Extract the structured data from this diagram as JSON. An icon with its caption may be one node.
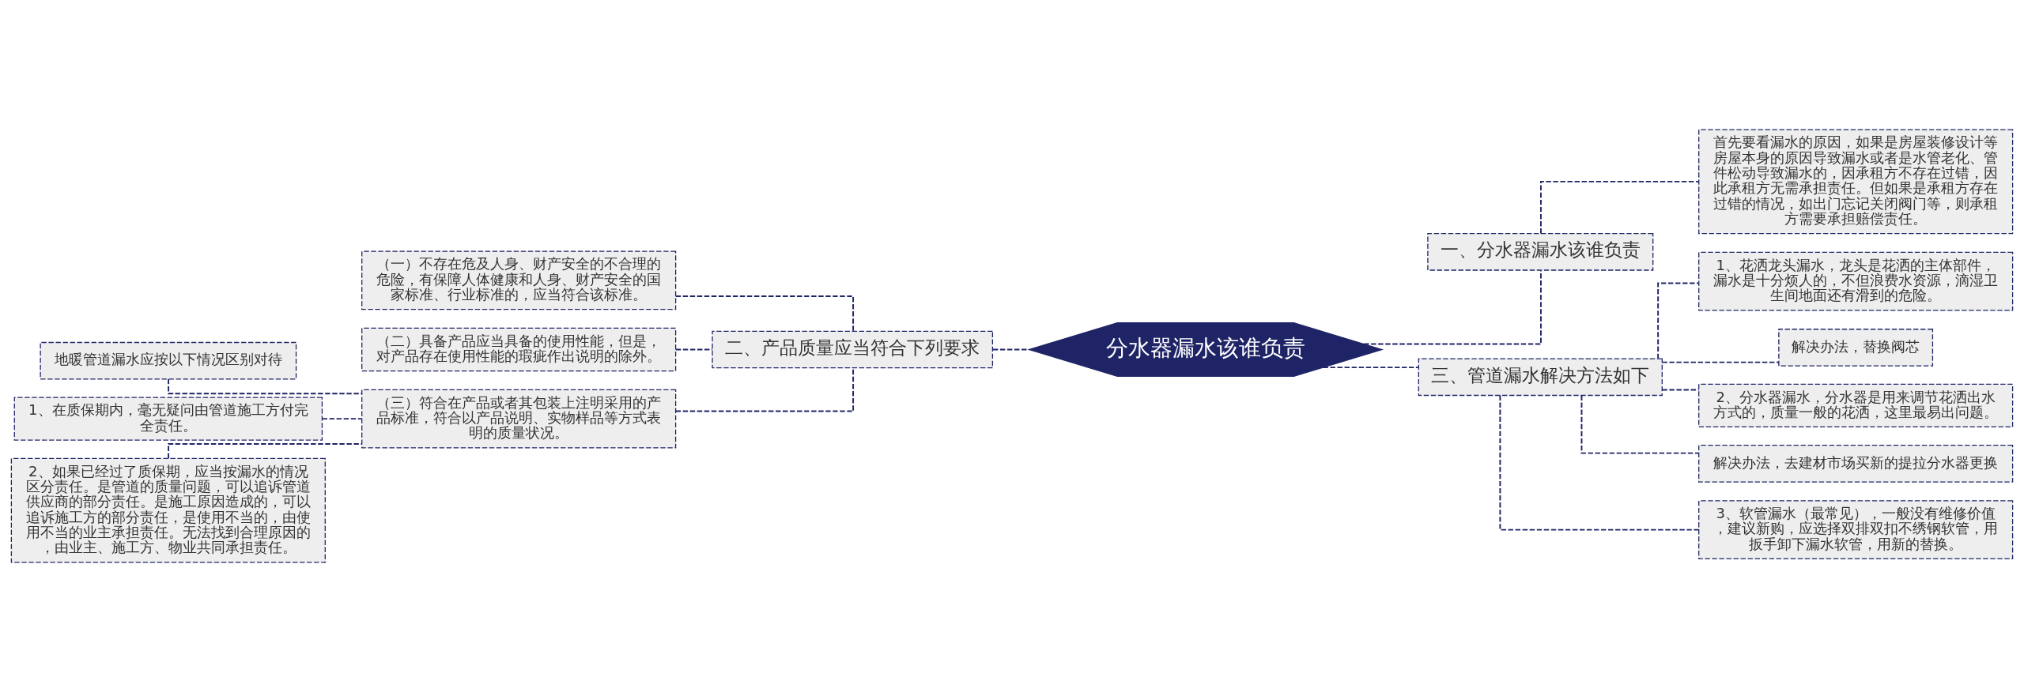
{
  "diagram": {
    "nodes": [
      {
        "text": [
          "分水器漏水该谁负责"
        ]
      },
      {
        "text": [
          "一、分水器漏水该谁负责"
        ]
      },
      {
        "text": [
          "首先要看漏水的原因，如果是房屋装修设计等房屋本身的原因导致漏水或者是水管老化、管件松动导致漏水的，因承租方不存在过错，因此承租方无需承担责任。但如果是承租方存在过错的情况，如出门忘记关闭阀门等，则承租方需要承担赔偿责任。"
        ]
      },
      {
        "text": [
          "三、管道漏水解决方法如下"
        ]
      },
      {
        "text": [
          "1、花洒龙头漏水，龙头是花洒的主体部件，漏水是十分烦人的，不但浪费水资源，滴湿卫生间地面还有滑到的危险。"
        ]
      },
      {
        "text": [
          "解决办法，替换阀芯"
        ]
      },
      {
        "text": [
          "2、分水器漏水，分水器是用来调节花洒出水方式的，质量一般的花洒，这里最易出问题。"
        ]
      },
      {
        "text": [
          "解决办法，去建材市场买新的提拉分水器更换"
        ]
      },
      {
        "text": [
          "3、软管漏水（最常见），一般没有维修价值，建议新购，应选择双排双扣不绣钢软管，用扳手卸下漏水软管，用新的替换。"
        ]
      },
      {
        "text": [
          "二、产品质量应当符合下列要求"
        ]
      },
      {
        "text": [
          "（一）不存在危及人身、财产安全的不合理的危险，有保障人体健康和人身、财产安全的国家标准、行业标准的，应当符合该标准。"
        ]
      },
      {
        "text": [
          "（二）具备产品应当具备的使用性能，但是，对产品存在使用性能的瑕疵作出说明的除外。"
        ]
      },
      {
        "text": [
          "（三）符合在产品或者其包装上注明采用的产品标准，符合以产品说明、实物样品等方式表明的质量状况。"
        ]
      },
      {
        "text": [
          "地暖管道漏水应按以下情况区别对待"
        ]
      },
      {
        "text": [
          "1、在质保期内，毫无疑问由管道施工方付完全责任。"
        ]
      },
      {
        "text": [
          "2、如果已经过了质保期，应当按漏水的情况区分责任。是管道的质量问题，可以追诉管道供应商的部分责任。是施工原因造成的，可以追诉施工方的部分责任，是使用不当的，由使用不当的业主承担责任。无法找到合理原因的，由业主、施工方、物业共同承担责任。"
        ]
      }
    ],
    "edges": [
      {
        "from": 0,
        "to": 1,
        "arrow": "none",
        "style": "dashed"
      },
      {
        "from": 1,
        "to": 2,
        "arrow": "none",
        "style": "dashed"
      },
      {
        "from": 0,
        "to": 3,
        "arrow": "none",
        "style": "dashed"
      },
      {
        "from": 3,
        "to": 4,
        "arrow": "none",
        "style": "dashed"
      },
      {
        "from": 3,
        "to": 5,
        "arrow": "none",
        "style": "dashed"
      },
      {
        "from": 3,
        "to": 6,
        "arrow": "none",
        "style": "dashed"
      },
      {
        "from": 3,
        "to": 7,
        "arrow": "none",
        "style": "dashed"
      },
      {
        "from": 3,
        "to": 8,
        "arrow": "none",
        "style": "dashed"
      },
      {
        "from": 0,
        "to": 9,
        "arrow": "none",
        "style": "dashed"
      },
      {
        "from": 9,
        "to": 10,
        "arrow": "none",
        "style": "dashed"
      },
      {
        "from": 9,
        "to": 11,
        "arrow": "none",
        "style": "dashed"
      },
      {
        "from": 9,
        "to": 12,
        "arrow": "none",
        "style": "dashed"
      },
      {
        "from": 12,
        "to": 13,
        "arrow": "none",
        "style": "dashed"
      },
      {
        "from": 12,
        "to": 14,
        "arrow": "none",
        "style": "dashed"
      },
      {
        "from": 12,
        "to": 15,
        "arrow": "none",
        "style": "dashed"
      }
    ]
  }
}
